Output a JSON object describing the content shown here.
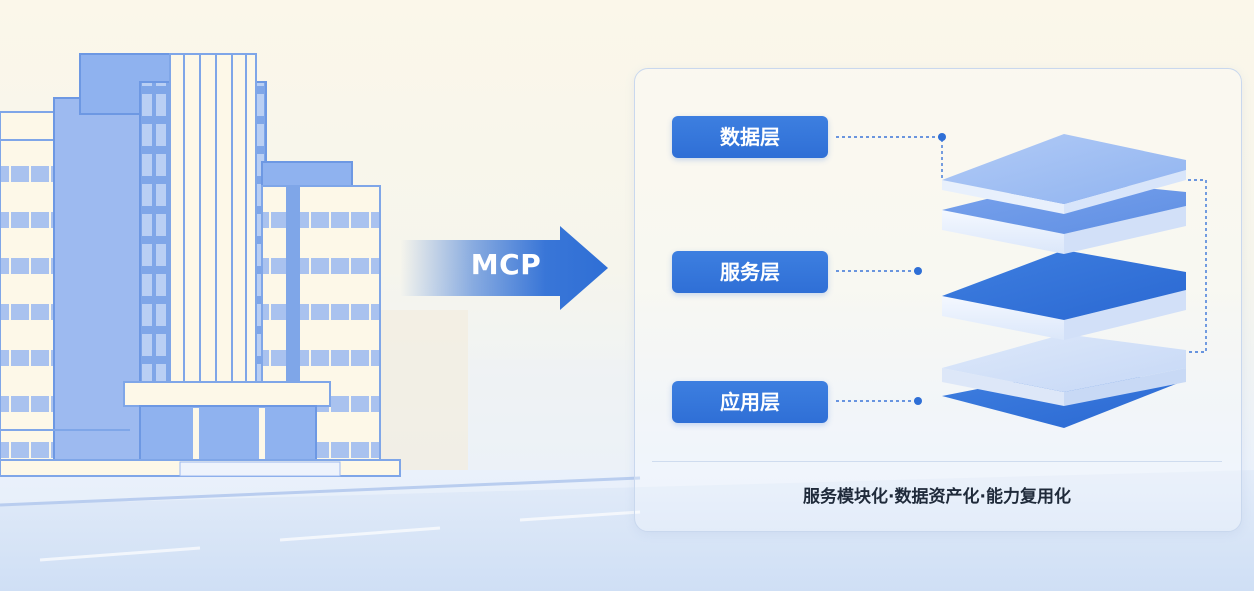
{
  "arrow": {
    "label": "MCP"
  },
  "layers": [
    {
      "label": "数据层"
    },
    {
      "label": "服务层"
    },
    {
      "label": "应用层"
    }
  ],
  "caption": "服务模块化·数据资产化·能力复用化",
  "colors": {
    "accent": "#2f6fd6",
    "building": "#7fa6e8",
    "building_light": "#fdf8e8",
    "panel_border": "#c9d8ee"
  }
}
